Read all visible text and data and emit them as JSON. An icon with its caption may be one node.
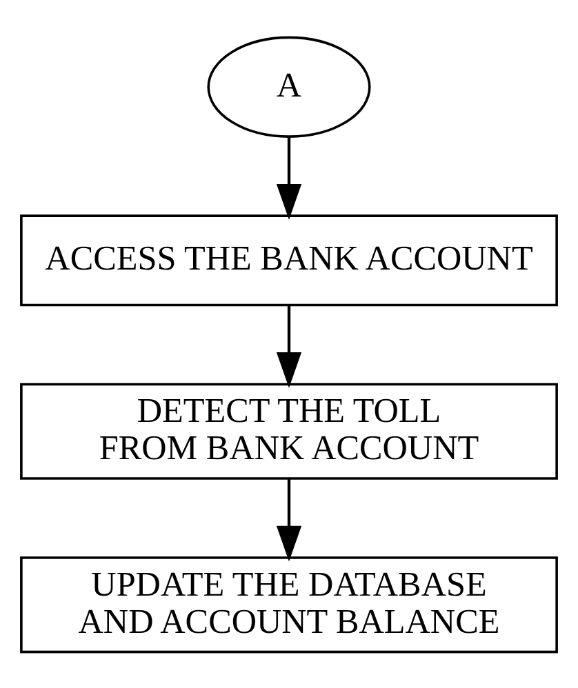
{
  "diagram": {
    "nodes": [
      {
        "text": [
          "A"
        ]
      },
      {
        "text": [
          "ACCESS THE BANK ACCOUNT"
        ]
      },
      {
        "text": [
          "DETECT THE TOLL FROM BANK ACCOUNT"
        ]
      },
      {
        "text": [
          "UPDATE THE DATABASE AND ACCOUNT BALANCE"
        ]
      }
    ],
    "edges": [
      {
        "from": 0,
        "to": 1,
        "arrow": "to"
      },
      {
        "from": 1,
        "to": 2,
        "arrow": "to"
      },
      {
        "from": 2,
        "to": 3,
        "arrow": "to"
      }
    ]
  }
}
